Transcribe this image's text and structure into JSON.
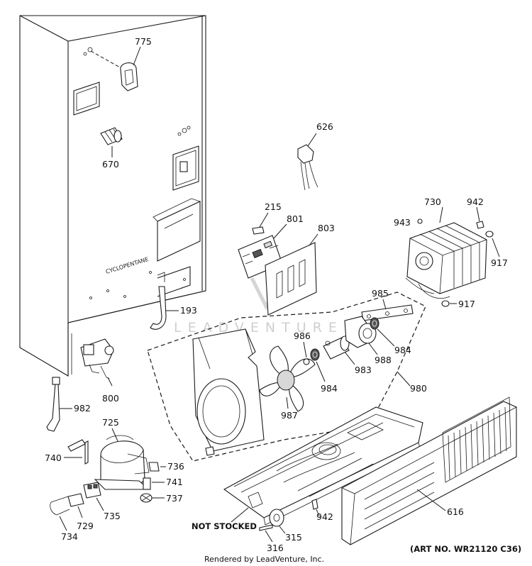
{
  "part_labels": {
    "p775": "775",
    "p670": "670",
    "p626": "626",
    "p215": "215",
    "p801": "801",
    "p803": "803",
    "p730": "730",
    "p942a": "942",
    "p943": "943",
    "p917a": "917",
    "p917b": "917",
    "p193": "193",
    "p985": "985",
    "p986": "986",
    "p984a": "984",
    "p984b": "984",
    "p988": "988",
    "p983": "983",
    "p980": "980",
    "p987": "987",
    "p800": "800",
    "p982": "982",
    "p725": "725",
    "p740": "740",
    "p736": "736",
    "p741": "741",
    "p737": "737",
    "p735": "735",
    "p729": "729",
    "p734": "734",
    "p942b": "942",
    "p616": "616",
    "p315": "315",
    "p316": "316"
  },
  "cabinet_stamp": "CYCLOPENTANE",
  "watermark": "LEADVENTURE",
  "not_stocked": "NOT STOCKED",
  "credit": "Rendered by LeadVenture, Inc.",
  "art_number": "(ART NO. WR21120 C36)"
}
